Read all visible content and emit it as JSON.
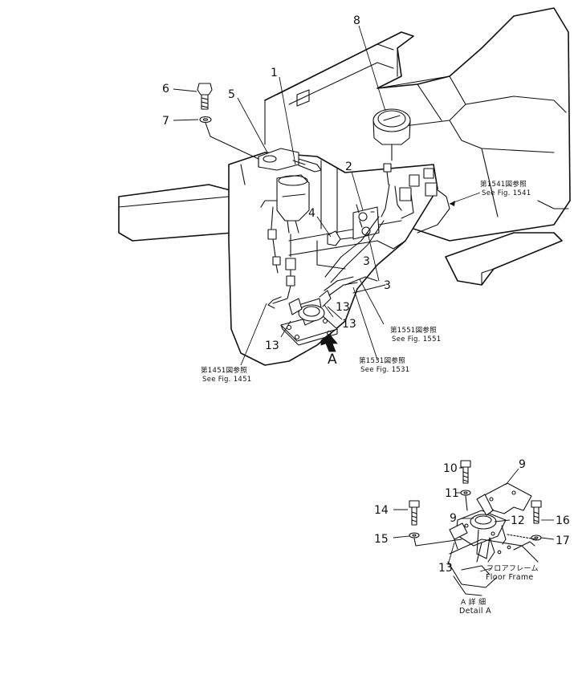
{
  "callouts": {
    "c1": "1",
    "c2": "2",
    "c3a": "3",
    "c3b": "3",
    "c4": "4",
    "c5": "5",
    "c6": "6",
    "c7": "7",
    "c8": "8",
    "c9a": "9",
    "c9b": "9",
    "c10": "10",
    "c11": "11",
    "c12": "12",
    "c13a": "13",
    "c13b": "13",
    "c13c": "13",
    "c14": "14",
    "c15": "15",
    "c16": "16",
    "c17": "17",
    "viewA": "A"
  },
  "refs": {
    "fig1541": {
      "jp": "第1541図参照",
      "en": "See Fig. 1541"
    },
    "fig1551": {
      "jp": "第1551図参照",
      "en": "See Fig. 1551"
    },
    "fig1531": {
      "jp": "第1531図参照",
      "en": "See Fig. 1531"
    },
    "fig1451": {
      "jp": "第1451図参照",
      "en": "See Fig. 1451"
    }
  },
  "labels": {
    "floor_jp": "フロアフレーム",
    "floor_en": "Floor Frame",
    "detail_jp": "A 詳 細",
    "detail_en": "Detail A"
  }
}
